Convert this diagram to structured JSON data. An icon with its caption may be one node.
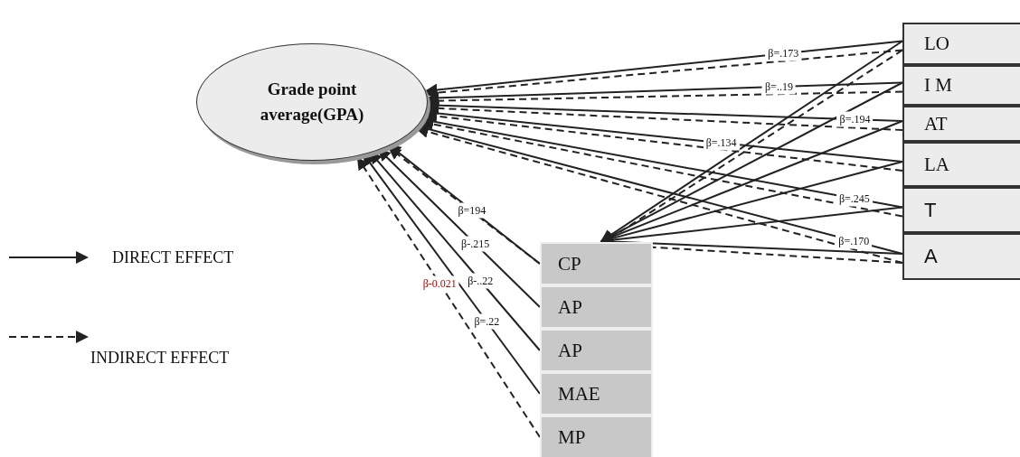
{
  "diagram": {
    "nodes": [
      {
        "text": [
          "Grade point average(GPA)"
        ]
      },
      {
        "text": [
          "LO"
        ]
      },
      {
        "text": [
          "I M"
        ]
      },
      {
        "text": [
          "AT"
        ]
      },
      {
        "text": [
          "LA"
        ]
      },
      {
        "text": [
          "T"
        ]
      },
      {
        "text": [
          "A"
        ]
      },
      {
        "text": [
          "CP"
        ]
      },
      {
        "text": [
          "AP"
        ]
      },
      {
        "text": [
          "AP"
        ]
      },
      {
        "text": [
          "MAE"
        ]
      },
      {
        "text": [
          "MP"
        ]
      }
    ],
    "edges": [
      {
        "from": 1,
        "to": 0,
        "arrow": "to",
        "label": "β=.173"
      },
      {
        "from": 1,
        "to": 0,
        "arrow": "to",
        "style": "dashed"
      },
      {
        "from": 2,
        "to": 0,
        "arrow": "to",
        "label": "β=..19"
      },
      {
        "from": 2,
        "to": 0,
        "arrow": "to",
        "style": "dashed"
      },
      {
        "from": 3,
        "to": 0,
        "arrow": "to",
        "label": "β=.194"
      },
      {
        "from": 3,
        "to": 0,
        "arrow": "to",
        "style": "dashed"
      },
      {
        "from": 4,
        "to": 0,
        "arrow": "to",
        "label": "β=.134"
      },
      {
        "from": 4,
        "to": 0,
        "arrow": "to",
        "style": "dashed"
      },
      {
        "from": 5,
        "to": 0,
        "arrow": "to",
        "label": "β=.245"
      },
      {
        "from": 5,
        "to": 0,
        "arrow": "to",
        "style": "dashed"
      },
      {
        "from": 6,
        "to": 0,
        "arrow": "to",
        "label": "β=.170"
      },
      {
        "from": 6,
        "to": 0,
        "arrow": "to",
        "style": "dashed"
      },
      {
        "from": 1,
        "to": 7,
        "arrow": "to"
      },
      {
        "from": 2,
        "to": 7,
        "arrow": "to"
      },
      {
        "from": 3,
        "to": 7,
        "arrow": "to"
      },
      {
        "from": 4,
        "to": 7,
        "arrow": "to"
      },
      {
        "from": 5,
        "to": 7,
        "arrow": "to"
      },
      {
        "from": 6,
        "to": 7,
        "arrow": "to"
      },
      {
        "from": 1,
        "to": 7,
        "arrow": "to",
        "style": "dashed"
      },
      {
        "from": 6,
        "to": 7,
        "arrow": "to",
        "style": "dashed"
      },
      {
        "from": 7,
        "to": 0,
        "arrow": "to",
        "label": "β=194"
      },
      {
        "from": 8,
        "to": 0,
        "arrow": "to",
        "label": "β-.215"
      },
      {
        "from": 9,
        "to": 0,
        "arrow": "to",
        "label": "β-..22"
      },
      {
        "from": 10,
        "to": 0,
        "arrow": "to",
        "label": "β=.22"
      },
      {
        "from": 7,
        "to": 0,
        "arrow": "to",
        "style": "dashed"
      },
      {
        "from": 11,
        "to": 0,
        "arrow": "to",
        "style": "dashed",
        "label": "β-0.021"
      }
    ],
    "legend": [
      {
        "text": "DIRECT EFFECT"
      },
      {
        "text": "INDIRECT EFFECT"
      }
    ]
  }
}
